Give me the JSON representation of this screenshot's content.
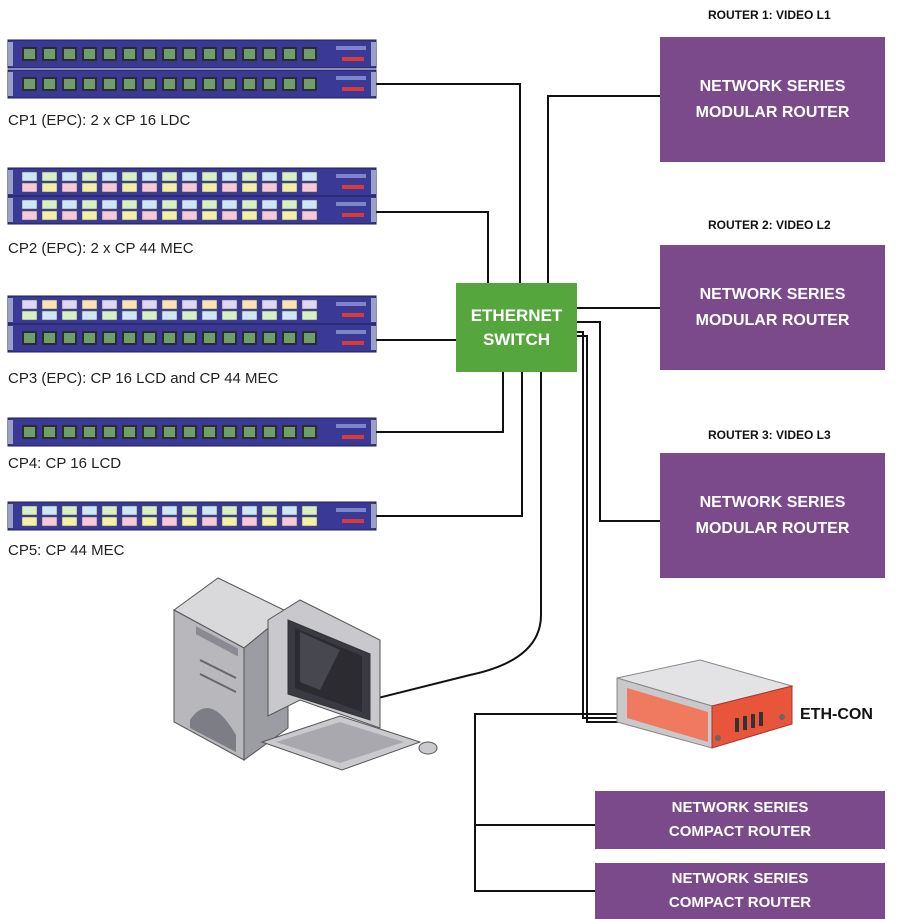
{
  "panels": [
    {
      "label": "CP1 (EPC): 2 x CP 16 LDC",
      "units": [
        "lcd16",
        "lcd16"
      ]
    },
    {
      "label": "CP2 (EPC): 2 x CP 44 MEC",
      "units": [
        "mec44",
        "mec44"
      ]
    },
    {
      "label": "CP3 (EPC): CP 16 LCD and CP 44 MEC",
      "units": [
        "mec44",
        "lcd16"
      ]
    },
    {
      "label": "CP4: CP 16 LCD",
      "units": [
        "lcd16"
      ]
    },
    {
      "label": "CP5: CP 44 MEC",
      "units": [
        "mec44"
      ]
    }
  ],
  "switch": {
    "line1": "ETHERNET",
    "line2": "SWITCH"
  },
  "routers": [
    {
      "title": "ROUTER 1: VIDEO L1",
      "line1": "NETWORK SERIES",
      "line2": "MODULAR ROUTER"
    },
    {
      "title": "ROUTER 2: VIDEO L2",
      "line1": "NETWORK SERIES",
      "line2": "MODULAR ROUTER"
    },
    {
      "title": "ROUTER 3: VIDEO L3",
      "line1": "NETWORK SERIES",
      "line2": "MODULAR ROUTER"
    }
  ],
  "ethcon": {
    "label": "ETH-CON"
  },
  "compact_routers": [
    {
      "line1": "NETWORK SERIES",
      "line2": "COMPACT ROUTER"
    },
    {
      "line1": "NETWORK SERIES",
      "line2": "COMPACT ROUTER"
    }
  ],
  "colors": {
    "router_purple": "#7b4a8a",
    "switch_green": "#55a63c",
    "panel_blue": "#3a3a96",
    "lcd_green": "#6f9e6a",
    "ethcon_red": "#e8553a"
  }
}
